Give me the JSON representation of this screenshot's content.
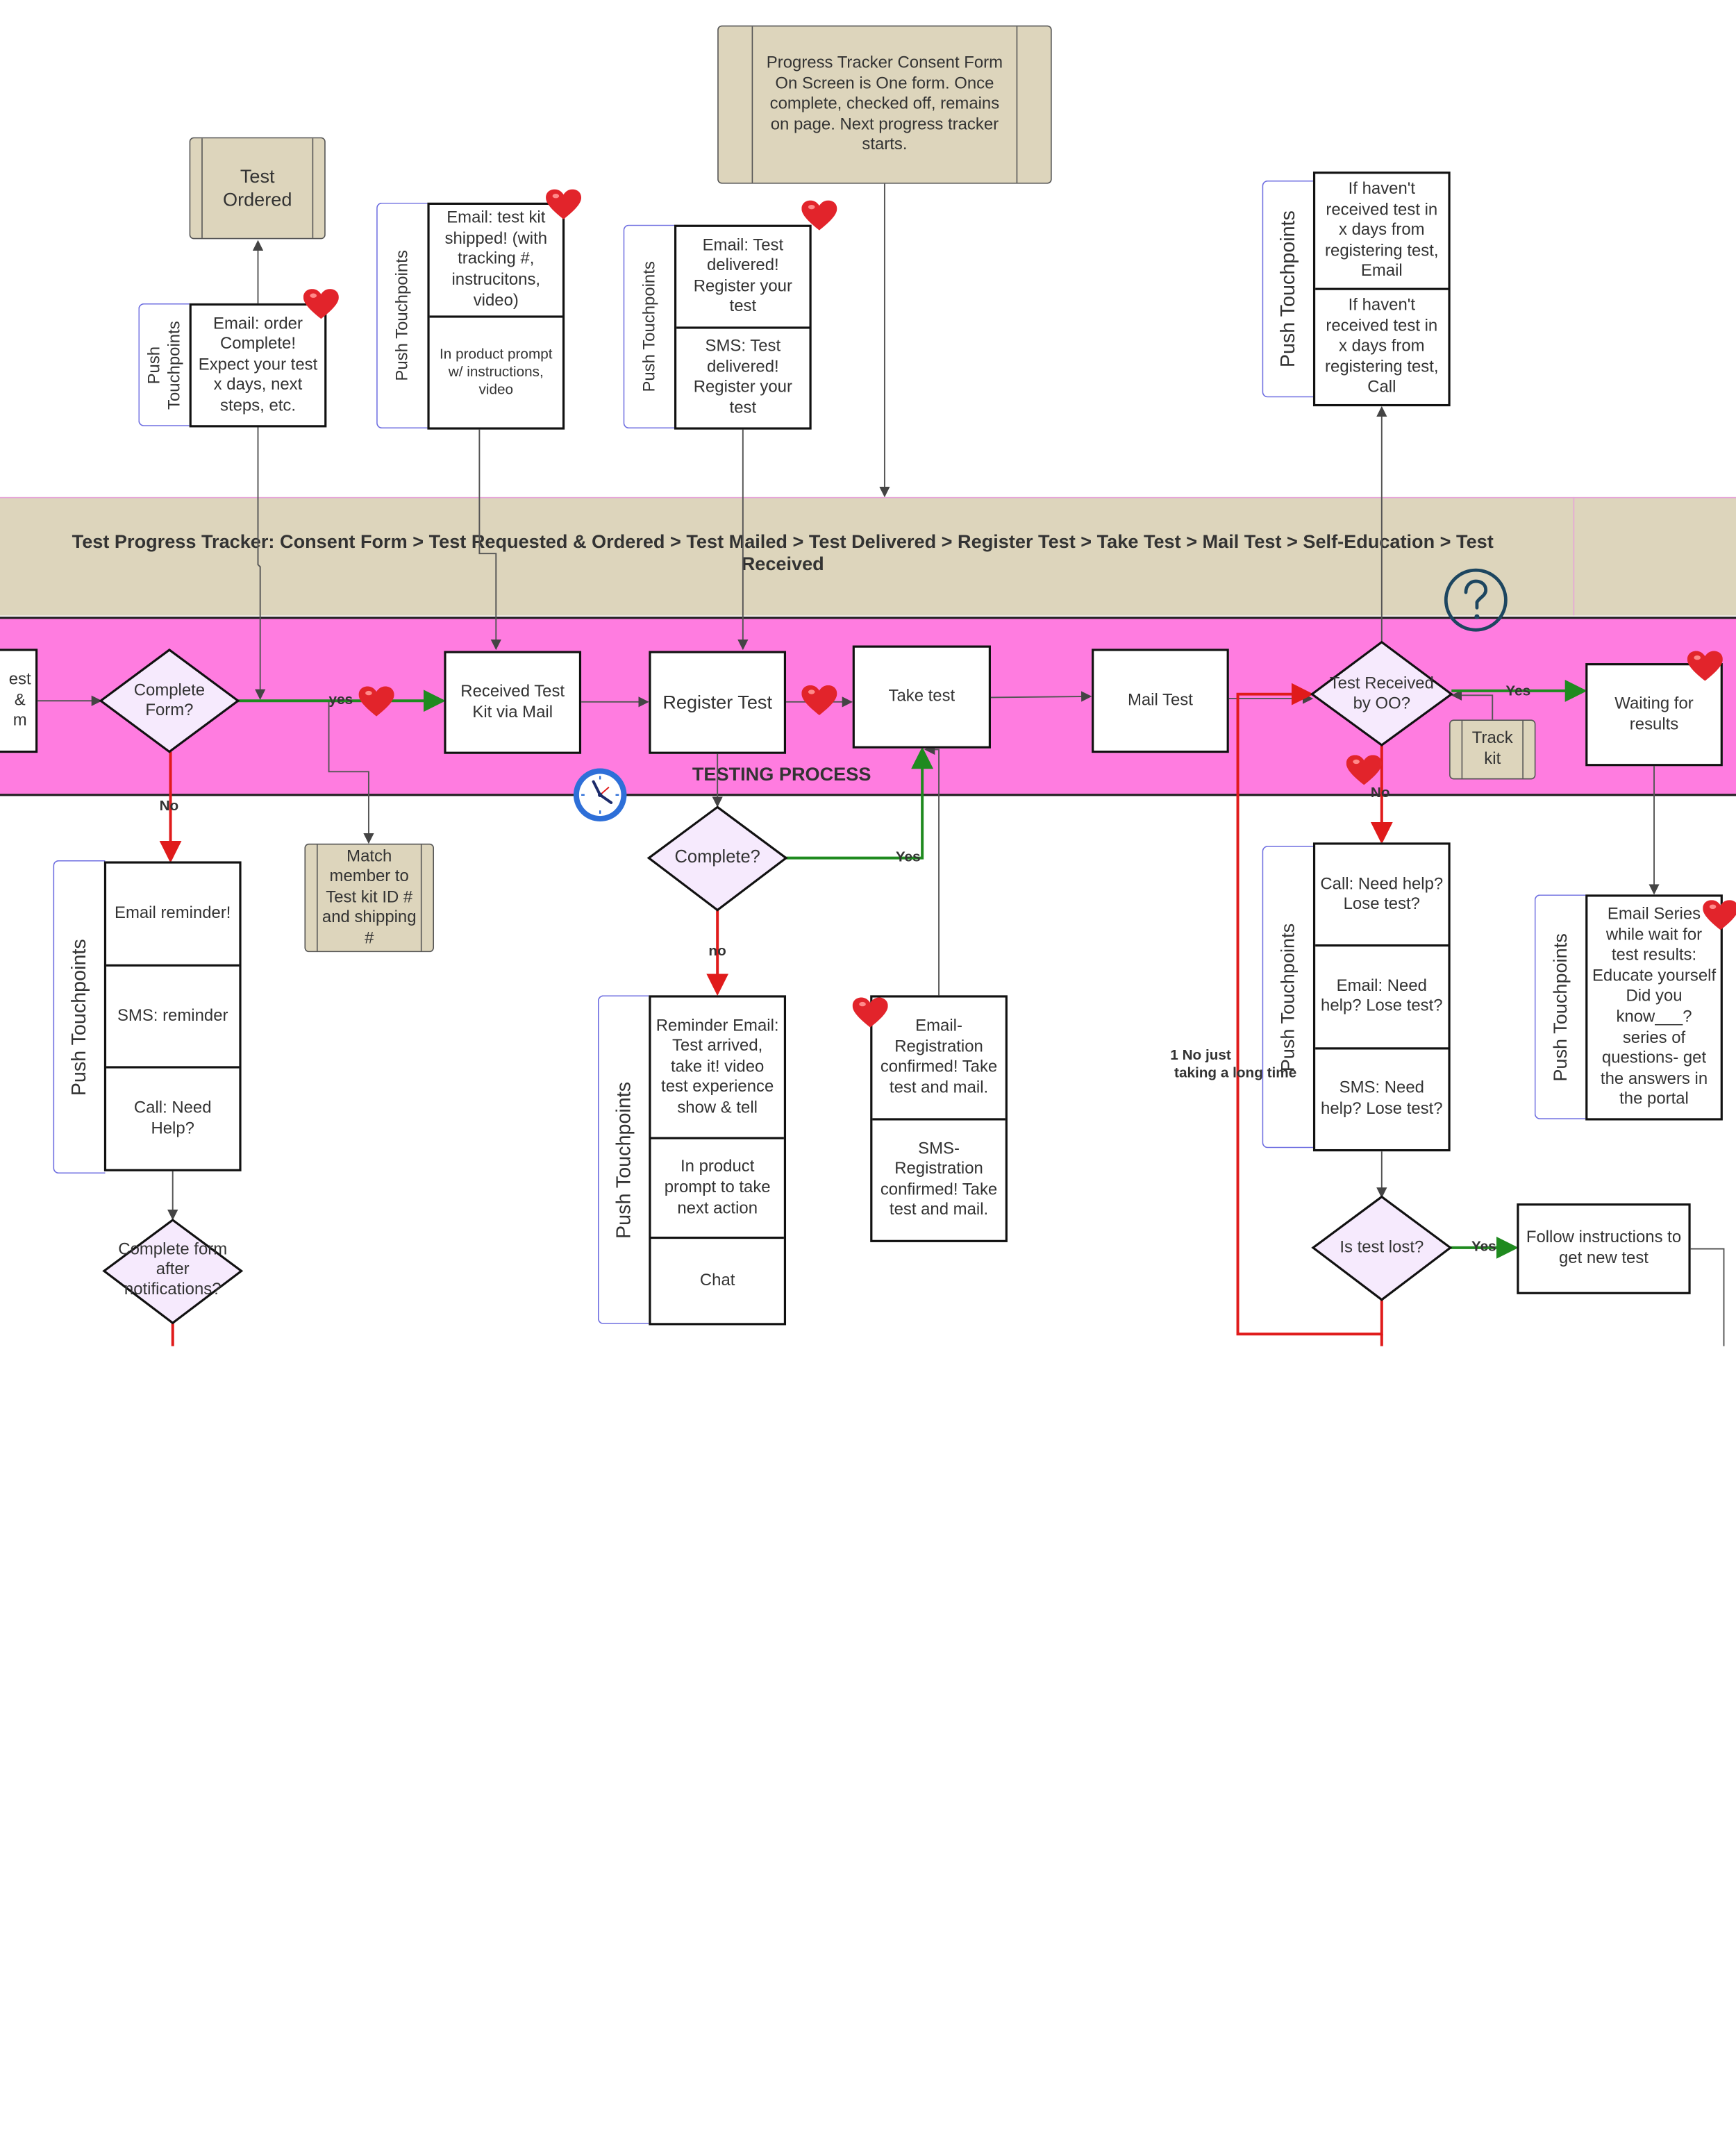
{
  "tracker_note": "Progress Tracker  Consent Form On Screen is One form. Once complete, checked off, remains on page. Next progress tracker starts.",
  "tracker_bar": "Test Progress Tracker:  Consent Form > Test Requested & Ordered > Test Mailed > Test Delivered >  Register Test  > Take Test > Mail Test > Self-Education > Test Received",
  "lane_title": "TESTING PROCESS",
  "touchpoint_label": "Push Touchpoints",
  "touchpoint_label_wrapped": "Push\nTouchpoints",
  "nodes": {
    "test_ordered": "Test Ordered",
    "consent_partial": "est\n&\nm",
    "complete_form": "Complete Form?",
    "received_kit": "Received Test Kit via Mail",
    "register_test": "Register Test",
    "take_test": "Take test",
    "mail_test": "Mail Test",
    "test_received": "Test Received by OO?",
    "track_kit": "Track kit",
    "waiting": "Waiting for results",
    "match_member": "Match member to Test kit ID # and shipping #",
    "complete": "Complete?",
    "complete_after": "Complete form after notifications?",
    "is_test_lost": "Is test lost?",
    "follow_instructions": "Follow instructions to get new test"
  },
  "touchpoints": {
    "order": [
      "Email: order Complete! Expect your test x days, next steps, etc."
    ],
    "shipped": [
      "Email: test kit shipped! (with tracking #, instrucitons, video)",
      "In product prompt w/ instructions, video"
    ],
    "delivered": [
      "Email: Test delivered! Register your test",
      "SMS: Test delivered! Register your test"
    ],
    "not_received": [
      "If haven't received test in x days from registering test, Email",
      "If haven't received test in x days from registering test, Call"
    ],
    "reminder": [
      "Email reminder!",
      "SMS: reminder",
      "Call: Need Help?"
    ],
    "take_reminder": [
      "Reminder Email: Test arrived, take it! video test experience show & tell",
      "In product prompt to take next action",
      "Chat"
    ],
    "registration": [
      "Email- Registration confirmed! Take test and mail.",
      "SMS- Registration confirmed! Take test and mail."
    ],
    "lose_help": [
      "Call: Need help? Lose test?",
      "Email: Need help? Lose test?",
      "SMS: Need help? Lose test?"
    ],
    "education": [
      "Email Series while wait for test results: Educate yourself Did you know___? series of questions- get the answers in the portal"
    ]
  },
  "edge_labels": {
    "yes_lower": "yes",
    "no": "No",
    "yes_complete": "Yes",
    "no_lower": "no",
    "yes_received": "Yes",
    "no_received": "No",
    "long_time": "1 No just\n taking a long time",
    "yes_lost": "Yes"
  },
  "icons": [
    "heart-icon",
    "clock-icon",
    "question-circle-icon"
  ],
  "colors": {
    "lane": "#ff7ce0",
    "tan": "#ddd5bc",
    "diamond_fill": "#f6eafd",
    "green": "#1f8a1f",
    "red": "#e01b1b",
    "touchpoint_border": "#6c6ce0"
  }
}
